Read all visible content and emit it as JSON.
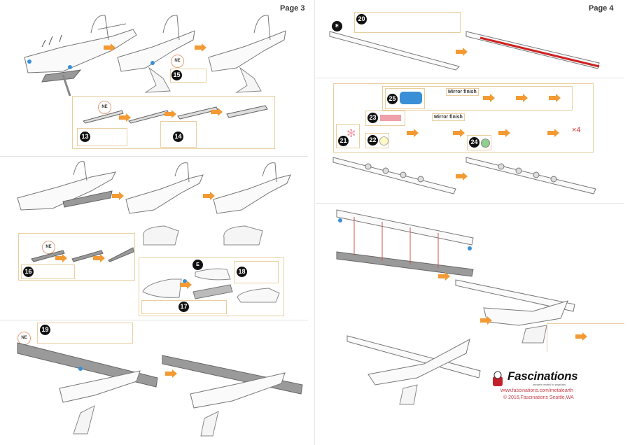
{
  "pages": [
    {
      "label": "Page 3",
      "steps": [
        {
          "part_numbers": [
            "15"
          ],
          "tags": [
            "NE"
          ]
        },
        {
          "part_numbers": [
            "13",
            "14"
          ],
          "tags": [
            "NE"
          ]
        },
        {
          "part_numbers": [
            "16"
          ],
          "tags": [
            "NE"
          ]
        },
        {
          "part_numbers": [
            "17",
            "18"
          ],
          "tags": [
            "E"
          ]
        },
        {
          "part_numbers": [
            "19"
          ],
          "tags": [
            "NE"
          ]
        }
      ]
    },
    {
      "label": "Page 4",
      "steps": [
        {
          "part_numbers": [
            "20"
          ],
          "tags": [
            "E"
          ]
        },
        {
          "part_numbers": [
            "21",
            "22",
            "23",
            "24",
            "25"
          ],
          "notes": [
            "Mirror finish",
            "Mirror finish"
          ],
          "multiplier": "×4"
        },
        {
          "part_numbers": []
        }
      ]
    }
  ],
  "labels": {
    "ne": "NE",
    "e": "E",
    "mirror_finish": "Mirror finish",
    "times_four": "×4"
  },
  "parts": {
    "p13": "13",
    "p14": "14",
    "p15": "15",
    "p16": "16",
    "p17": "17",
    "p18": "18",
    "p19": "19",
    "p20": "20",
    "p21": "21",
    "p22": "22",
    "p23": "23",
    "p24": "24",
    "p25": "25"
  },
  "brand": {
    "name": "Fascinations",
    "tagline": "wonders created for physicists",
    "url": "www.fascinations.com/metalearth",
    "copyright": "© 2016,Fascinations Seattle,WA"
  },
  "colors": {
    "accent_arrow": "#f39a34",
    "box_border": "#e9cf9f",
    "brand_red": "#c4404b",
    "part_blue": "#3a8fd6",
    "part_pink": "#f0a0a8",
    "part_green": "#8fcf8f",
    "wing_gray": "#9a9a9a"
  }
}
